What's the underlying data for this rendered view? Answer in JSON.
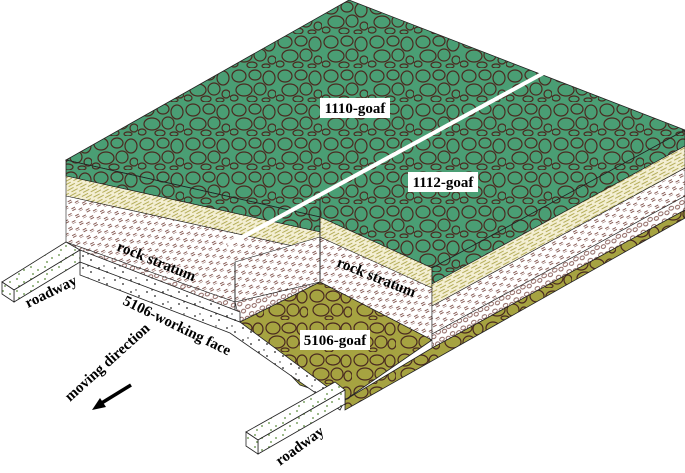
{
  "diagram": {
    "type": "isometric geological block diagram",
    "colors": {
      "goaf_top_green": "#4a9e74",
      "goaf_5106_olive": "#a6a341",
      "pebble_outline": "#4a2a20",
      "sand_layer": "#f3eed2",
      "sand_hatch": "#b5ae5a",
      "rock_bg": "#ffffff",
      "rock_dash": "#7a4a44",
      "roadway_fill": "#ffffff",
      "roadway_dots": "#5a8a3a",
      "face_dots": "#222222",
      "separator_line": "#ffffff"
    },
    "labels": {
      "goaf_1110": "1110-goaf",
      "goaf_1112": "1112-goaf",
      "goaf_5106": "5106-goaf",
      "rock_stratum_left": "rock stratum",
      "rock_stratum_right": "rock stratum",
      "roadway_left": "roadway",
      "roadway_bottom": "roadway",
      "working_face": "5106-working face",
      "moving_direction": "moving direction"
    },
    "arrow": {
      "label": "moving direction",
      "direction": "down-left"
    },
    "layers_top_to_bottom": [
      "coal goaf (green pebbles)",
      "sandstone (yellow hatched)",
      "rock stratum (dashed)",
      "conglomerate (small pebbles)",
      "5106-goaf (olive pebbles)"
    ]
  }
}
